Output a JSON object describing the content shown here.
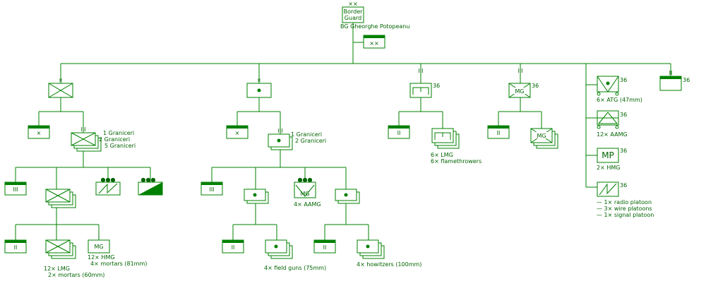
{
  "colors": {
    "line": "#008000",
    "text": "#006400",
    "background": "#ffffff"
  },
  "hq": {
    "unit_line1": "Border",
    "unit_line2": "Guard",
    "commander": "BG  Gheorghe Potopeanu"
  },
  "echelons": {
    "division": "××",
    "brigade": "×",
    "regiment": "III",
    "battalion": "II",
    "company": "I",
    "section": "●●●"
  },
  "symbols": {
    "mg": "MG",
    "mp": "MP"
  },
  "badges": {
    "b36": "36"
  },
  "labels": {
    "granicer_reg_a": [
      "1 Graniceri",
      "2 Graniceri",
      "5 Graniceri"
    ],
    "granicer_reg_b": [
      "1 Graniceri",
      "2 Graniceri"
    ],
    "lmg_flame": [
      "6× LMG",
      "6× flamethrowers"
    ],
    "atg": "6× ATG (47mm)",
    "aamg12": "12× AAMG",
    "hmg2": "2× HMG",
    "signal": [
      "— 1× radio platoon",
      "— 3× wire platoons",
      "— 1× signal platoon"
    ],
    "aamg4": "4× AAMG",
    "lmg_mortar": [
      "12× LMG",
      "2× mortars (60mm)"
    ],
    "hmg_mortar": [
      "12× HMG",
      "4× mortars (81mm)"
    ],
    "field_guns": "4× field guns (75mm)",
    "howitzers": "4× howitzers (100mm)"
  }
}
